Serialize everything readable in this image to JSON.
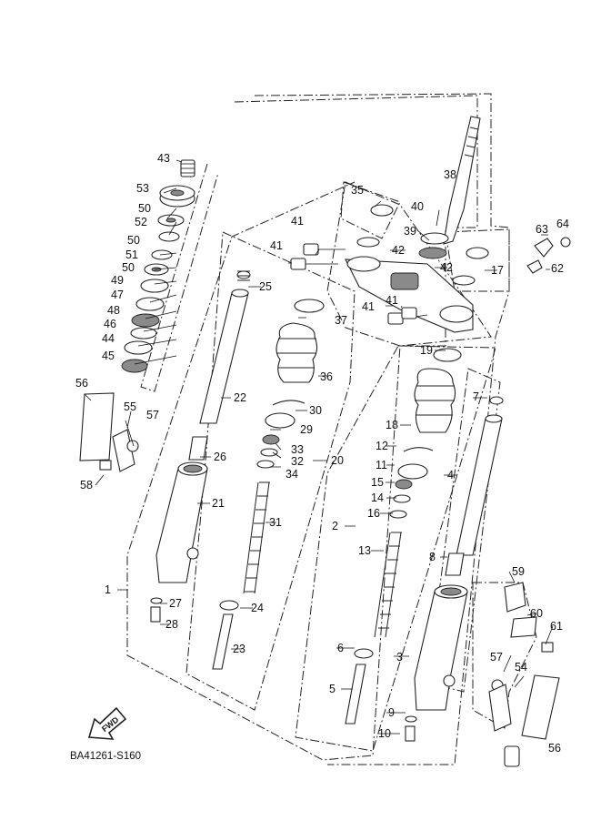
{
  "diagram": {
    "reference_code": "BA41261-S160",
    "fwd_label": "FWD",
    "callouts": [
      "1",
      "2",
      "3",
      "4",
      "5",
      "6",
      "7",
      "8",
      "9",
      "10",
      "11",
      "12",
      "13",
      "14",
      "15",
      "16",
      "17",
      "18",
      "19",
      "20",
      "21",
      "22",
      "23",
      "24",
      "25",
      "26",
      "27",
      "28",
      "29",
      "30",
      "31",
      "32",
      "33",
      "34",
      "35",
      "36",
      "37",
      "38",
      "39",
      "40",
      "41",
      "42",
      "43",
      "44",
      "45",
      "46",
      "47",
      "48",
      "49",
      "50",
      "51",
      "52",
      "53",
      "54",
      "55",
      "56",
      "57",
      "58",
      "59",
      "60",
      "61",
      "62",
      "63",
      "64"
    ]
  }
}
